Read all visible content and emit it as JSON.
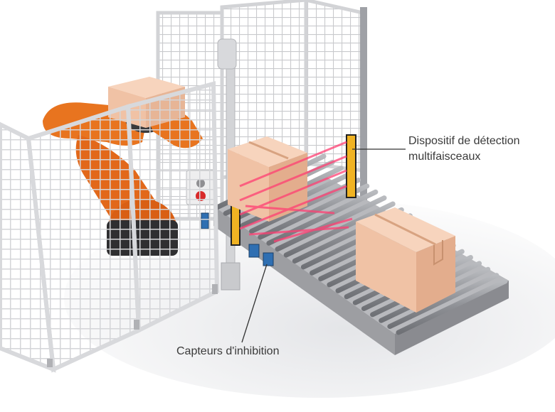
{
  "callouts": {
    "multibeam_line1": "Dispositif de détection",
    "multibeam_line2": "multifaisceaux",
    "muting_sensors": "Capteurs d'inhibition"
  },
  "colors": {
    "robot": "#e8741f",
    "beam": "#ff3f73",
    "light_curtain": "#f0b323",
    "box": "#f3c7ad",
    "sensor": "#2f6fb2",
    "fence": "#d9dadd"
  }
}
